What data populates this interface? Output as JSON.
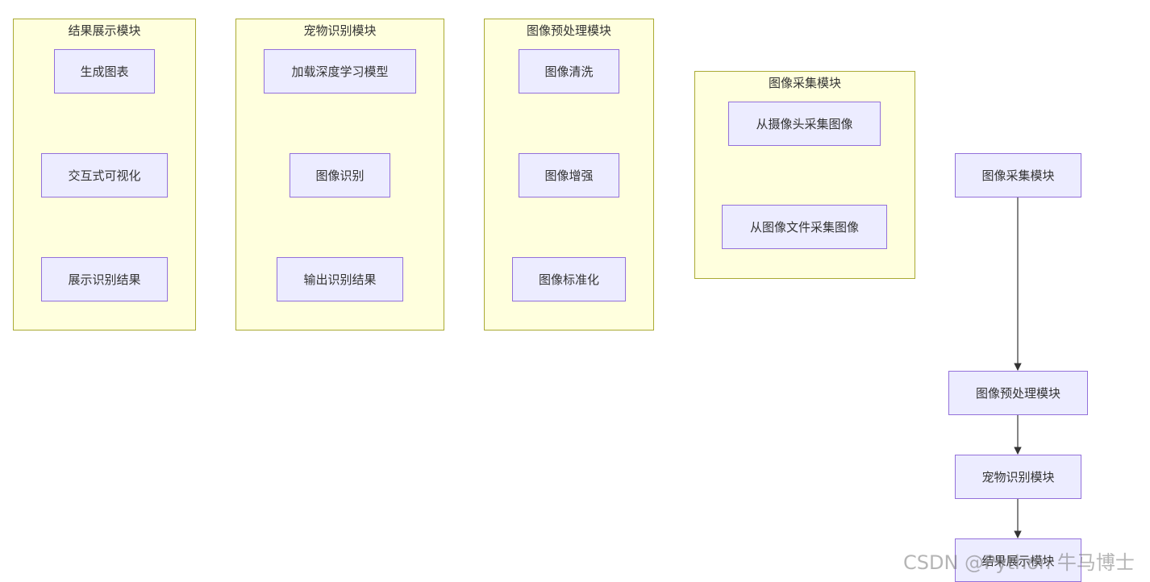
{
  "colors": {
    "cluster_fill": "#ffffde",
    "cluster_border": "#aaaa33",
    "node_fill": "#ececff",
    "node_border": "#9370db",
    "edge": "#333333",
    "text": "#333333"
  },
  "clusters": {
    "result_display": {
      "title": "结果展示模块",
      "nodes": [
        "生成图表",
        "交互式可视化",
        "展示识别结果"
      ]
    },
    "pet_recognition": {
      "title": "宠物识别模块",
      "nodes": [
        "加载深度学习模型",
        "图像识别",
        "输出识别结果"
      ]
    },
    "image_preprocessing": {
      "title": "图像预处理模块",
      "nodes": [
        "图像清洗",
        "图像增强",
        "图像标准化"
      ]
    },
    "image_acquisition": {
      "title": "图像采集模块",
      "nodes": [
        "从摄像头采集图像",
        "从图像文件采集图像"
      ]
    }
  },
  "main_flow": [
    "图像采集模块",
    "图像预处理模块",
    "宠物识别模块",
    "结果展示模块"
  ],
  "watermark": "CSDN @Python 牛马博士"
}
